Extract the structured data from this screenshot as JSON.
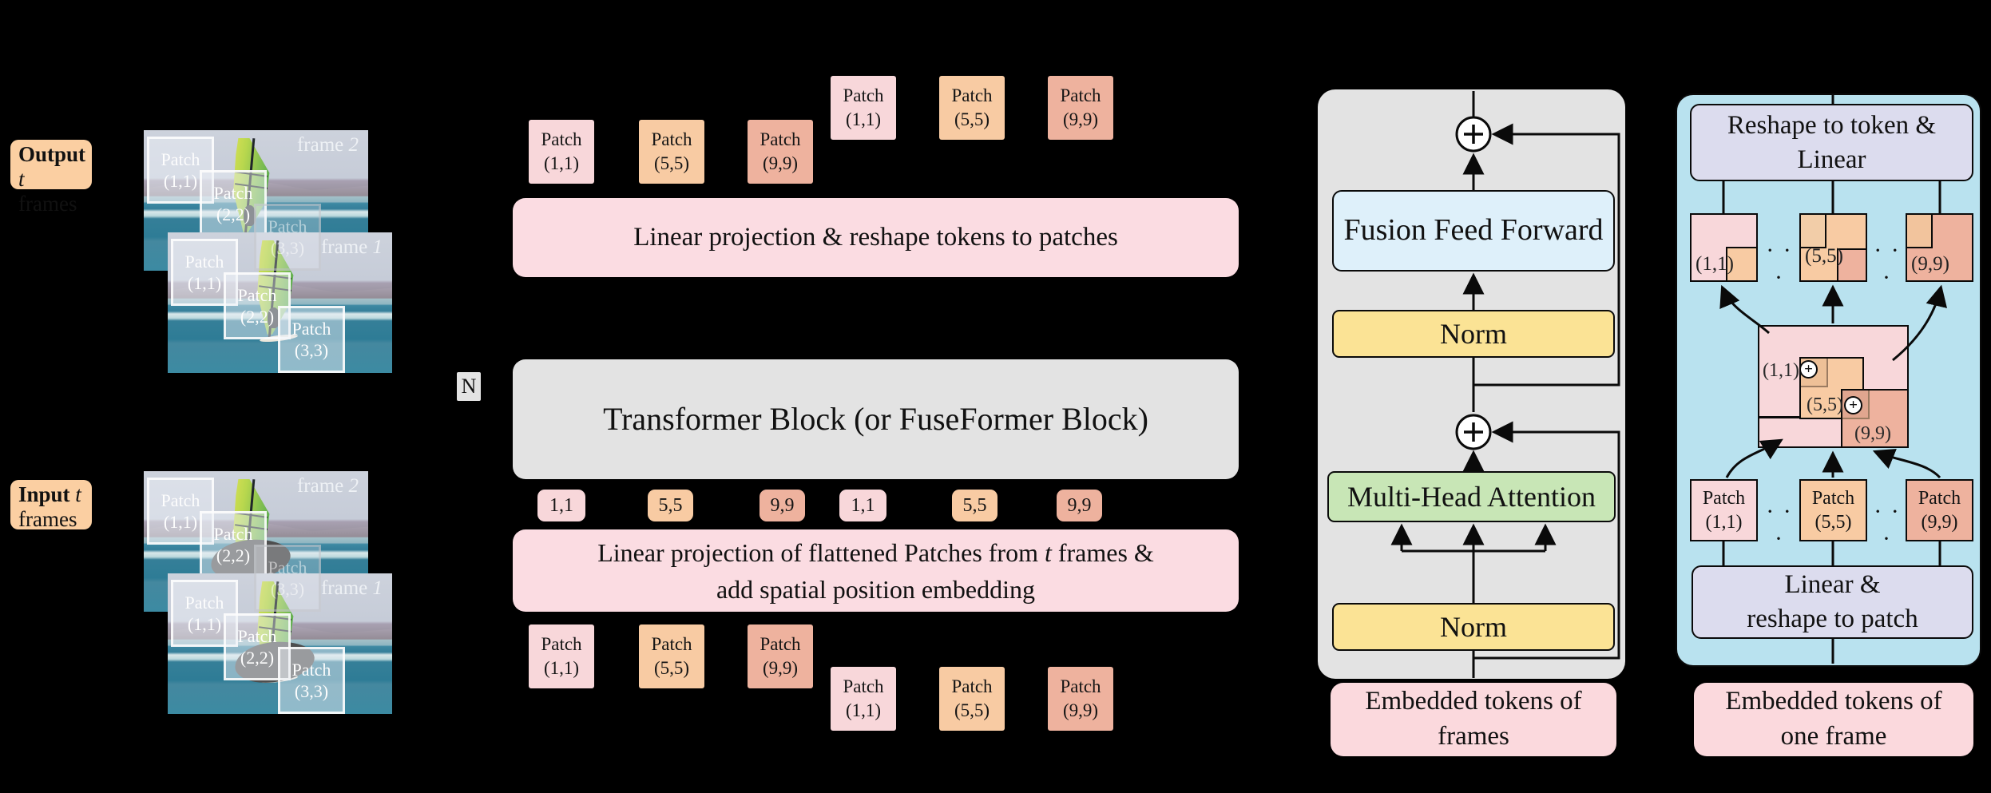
{
  "colors": {
    "background": "#000000",
    "patch_pink": "#f8d7da",
    "patch_orange": "#f8cba3",
    "patch_salmon": "#eeb29e",
    "box_pink": "#fbdce2",
    "box_gray": "#e3e3e3",
    "fff_blue": "#def0fa",
    "norm_yellow": "#fbe395",
    "mha_green": "#c8e6b6",
    "panel_cyan": "#b9e2ef",
    "reshape_lavender": "#dcdcee",
    "caption_pink": "#fbd9dd",
    "io_label_orange": "#fbcfa2"
  },
  "io": {
    "output_line1": "Output",
    "output_t": "t",
    "output_line2_rest": " frames",
    "input_line1_bold": "Input",
    "input_t": "t",
    "input_line2": "frames"
  },
  "frames": {
    "word": "frame",
    "n1": "1",
    "n2": "2",
    "patch_word": "Patch",
    "p11": "(1,1)",
    "p22": "(2,2)",
    "p33": "(3,3)"
  },
  "pipeline": {
    "reshape_box": "Linear projection & reshape tokens to patches",
    "transformer_box": "Transformer Block (or FuseFormer Block)",
    "n_badge": "N",
    "proj_pre": "Linear projection of flattened Patches from ",
    "proj_t": "t",
    "proj_post": " frames &",
    "proj_line2": "add spatial position embedding",
    "tokens": [
      "1,1",
      "5,5",
      "9,9",
      "1,1",
      "5,5",
      "9,9"
    ],
    "patch_word": "Patch",
    "ids": [
      "(1,1)",
      "(5,5)",
      "(9,9)"
    ]
  },
  "block": {
    "fff": "Fusion Feed Forward",
    "norm_upper": "Norm",
    "mha": "Multi-Head Attention",
    "norm_lower": "Norm",
    "plus": "+",
    "caption_line1": "Embedded tokens of",
    "caption_line2": "frames"
  },
  "fuse": {
    "top_line1": "Reshape to token &",
    "top_line2": "Linear",
    "ids": [
      "(1,1)",
      "(5,5)",
      "(9,9)"
    ],
    "dots": "· · ·",
    "patch_word": "Patch",
    "plus": "+",
    "bottom_line1": "Linear &",
    "bottom_line2": "reshape to patch",
    "caption_line1": "Embedded tokens of",
    "caption_line2": "one frame"
  }
}
